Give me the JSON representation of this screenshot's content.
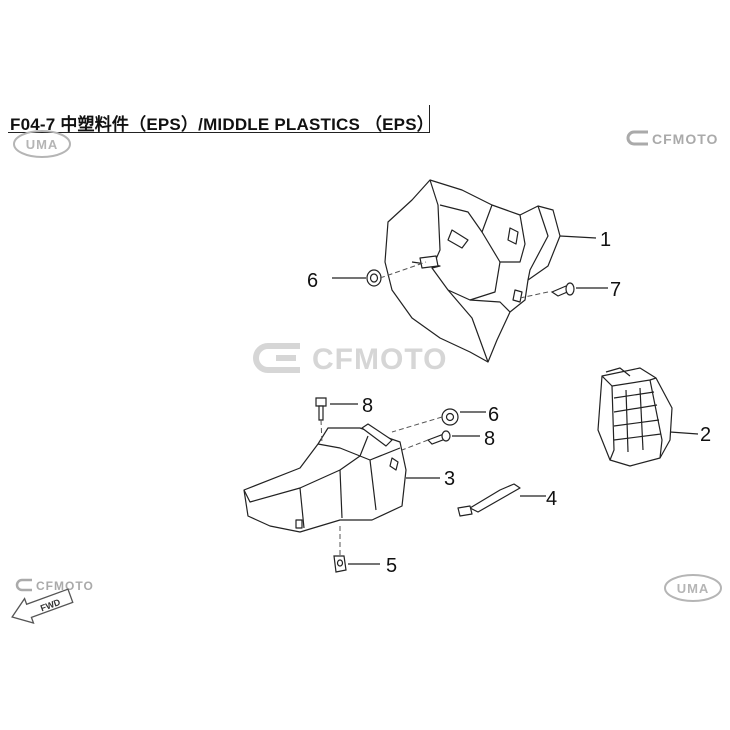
{
  "title": "F04-7 中塑料件（EPS）/MIDDLE PLASTICS （EPS）",
  "watermark": "CFMOTO",
  "brand_top_right": "CFMOTO",
  "brand_bottom_left": "CFMOTO",
  "uma_logo": "UMA",
  "fwd_label": "FWD",
  "callouts": {
    "p1": "1",
    "p2": "2",
    "p3": "3",
    "p4": "4",
    "p5": "5",
    "p6a": "6",
    "p6b": "6",
    "p7": "7",
    "p8a": "8",
    "p8b": "8"
  },
  "colors": {
    "line": "#222222",
    "watermark": "#d9d9d9",
    "logo": "#b0b0b0"
  }
}
